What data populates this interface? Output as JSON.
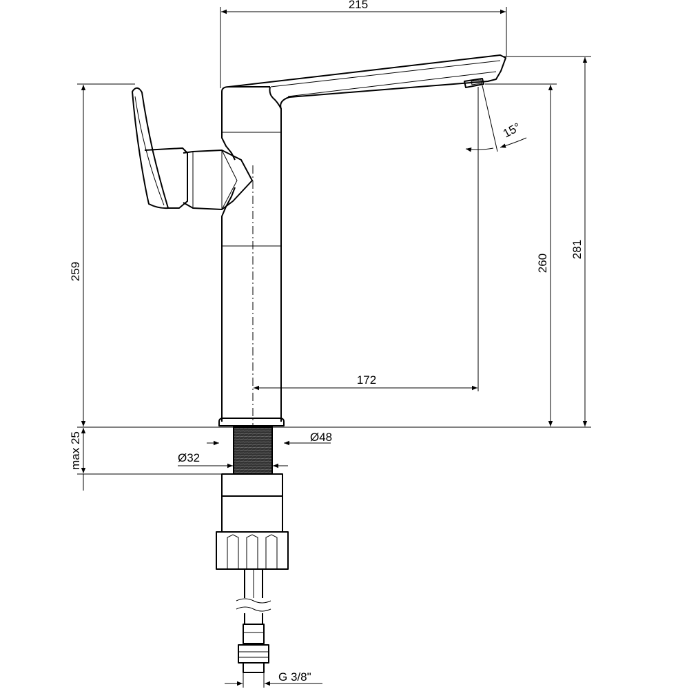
{
  "drawing": {
    "dimensions": {
      "overall_length": "215",
      "total_height": "281",
      "spout_height": "260",
      "body_height": "259",
      "reach": "172",
      "max_countertop": "max 25",
      "base_diameter": "Ø48",
      "thread_diameter": "Ø32",
      "spout_angle": "15°",
      "connection_thread": "G 3/8\""
    }
  }
}
